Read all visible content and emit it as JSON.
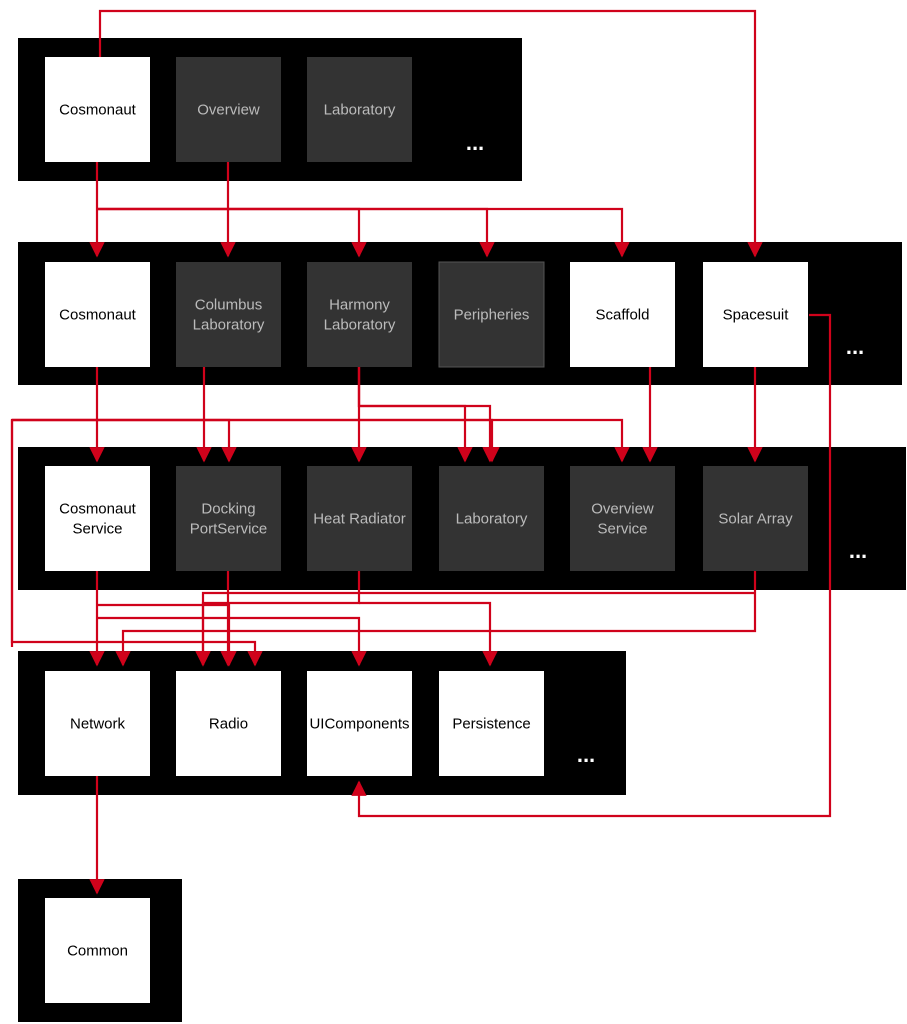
{
  "colors": {
    "layer_bg": "#000000",
    "module_light": "#ffffff",
    "module_dark": "#333333",
    "text_on_light": "#000000",
    "text_on_dark": "#bbbbbb",
    "edge": "#d0021b"
  },
  "layers": [
    {
      "id": "apps",
      "modules": [
        {
          "id": "app-cosmonaut",
          "lines": [
            "Cosmonaut"
          ],
          "style": "light"
        },
        {
          "id": "app-overview",
          "lines": [
            "Overview"
          ],
          "style": "dark"
        },
        {
          "id": "app-laboratory",
          "lines": [
            "Laboratory"
          ],
          "style": "dark"
        }
      ],
      "ellipsis": "..."
    },
    {
      "id": "features",
      "modules": [
        {
          "id": "feat-cosmonaut",
          "lines": [
            "Cosmonaut"
          ],
          "style": "light"
        },
        {
          "id": "feat-columbus",
          "lines": [
            "Columbus",
            "Laboratory"
          ],
          "style": "dark"
        },
        {
          "id": "feat-harmony",
          "lines": [
            "Harmony",
            "Laboratory"
          ],
          "style": "dark"
        },
        {
          "id": "feat-peripheries",
          "lines": [
            "Peripheries"
          ],
          "style": "dark-outline"
        },
        {
          "id": "feat-scaffold",
          "lines": [
            "Scaffold"
          ],
          "style": "light"
        },
        {
          "id": "feat-spacesuit",
          "lines": [
            "Spacesuit"
          ],
          "style": "light"
        }
      ],
      "ellipsis": "..."
    },
    {
      "id": "services",
      "modules": [
        {
          "id": "svc-cosmonaut",
          "lines": [
            "Cosmonaut",
            "Service"
          ],
          "style": "light"
        },
        {
          "id": "svc-docking",
          "lines": [
            "Docking",
            "PortService"
          ],
          "style": "dark"
        },
        {
          "id": "svc-heat",
          "lines": [
            "Heat Radiator"
          ],
          "style": "dark"
        },
        {
          "id": "svc-laboratory",
          "lines": [
            "Laboratory"
          ],
          "style": "dark"
        },
        {
          "id": "svc-overview",
          "lines": [
            "Overview",
            "Service"
          ],
          "style": "dark"
        },
        {
          "id": "svc-solar",
          "lines": [
            "Solar Array"
          ],
          "style": "dark"
        }
      ],
      "ellipsis": "..."
    },
    {
      "id": "core",
      "modules": [
        {
          "id": "core-network",
          "lines": [
            "Network"
          ],
          "style": "light"
        },
        {
          "id": "core-radio",
          "lines": [
            "Radio"
          ],
          "style": "light"
        },
        {
          "id": "core-ui",
          "lines": [
            "UIComponents"
          ],
          "style": "light"
        },
        {
          "id": "core-persistence",
          "lines": [
            "Persistence"
          ],
          "style": "light"
        }
      ],
      "ellipsis": "..."
    },
    {
      "id": "common",
      "modules": [
        {
          "id": "common-common",
          "lines": [
            "Common"
          ],
          "style": "light"
        }
      ],
      "ellipsis": ""
    }
  ],
  "edges": [
    {
      "from": "app-cosmonaut",
      "to": "feat-cosmonaut"
    },
    {
      "from": "app-cosmonaut",
      "to": "feat-harmony"
    },
    {
      "from": "app-cosmonaut",
      "to": "feat-peripheries"
    },
    {
      "from": "app-cosmonaut",
      "to": "feat-scaffold"
    },
    {
      "from": "app-cosmonaut",
      "to": "feat-spacesuit"
    },
    {
      "from": "app-overview",
      "to": "feat-columbus"
    },
    {
      "from": "feat-cosmonaut",
      "to": "svc-cosmonaut"
    },
    {
      "from": "feat-columbus",
      "to": "svc-docking"
    },
    {
      "from": "feat-harmony",
      "to": "svc-heat"
    },
    {
      "from": "feat-harmony",
      "to": "svc-laboratory"
    },
    {
      "from": "feat-harmony",
      "to": "svc-overview"
    },
    {
      "from": "feat-scaffold",
      "to": "svc-overview"
    },
    {
      "from": "feat-spacesuit",
      "to": "svc-solar"
    },
    {
      "from": "feat-spacesuit",
      "to": "core-ui"
    },
    {
      "from": "svc-cosmonaut",
      "to": "core-network"
    },
    {
      "from": "svc-cosmonaut",
      "to": "core-radio"
    },
    {
      "from": "svc-cosmonaut",
      "to": "core-ui"
    },
    {
      "from": "svc-docking",
      "to": "core-radio"
    },
    {
      "from": "svc-heat",
      "to": "core-radio"
    },
    {
      "from": "svc-heat",
      "to": "core-persistence"
    },
    {
      "from": "svc-solar",
      "to": "core-network"
    },
    {
      "from": "svc-solar",
      "to": "core-radio"
    },
    {
      "from": "core-network",
      "to": "common-common"
    }
  ]
}
